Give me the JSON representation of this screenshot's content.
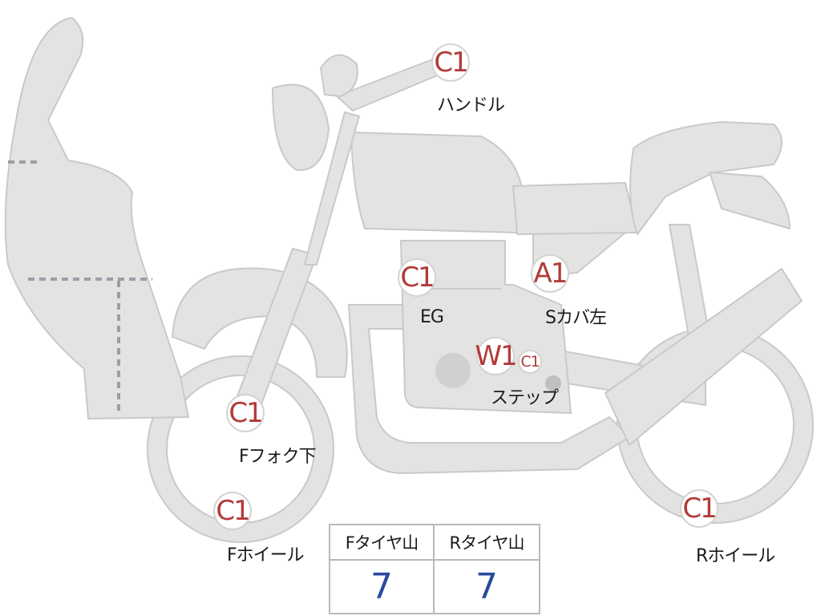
{
  "colors": {
    "body_fill": "#e3e3e1",
    "outline": "#c9c9c9",
    "badge_text": "#b33a3a",
    "value_text": "#2a4aa0"
  },
  "markers": [
    {
      "id": "handle",
      "code": "C1",
      "label": "ハンドル"
    },
    {
      "id": "eg",
      "code": "C1",
      "label": "EG"
    },
    {
      "id": "scover",
      "code": "A1",
      "label": "Sカバ左"
    },
    {
      "id": "step-w1",
      "code": "W1",
      "label": ""
    },
    {
      "id": "step-c1",
      "code": "C1",
      "label": "ステップ"
    },
    {
      "id": "ffork",
      "code": "C1",
      "label": "Fフォク下"
    },
    {
      "id": "fwheel",
      "code": "C1",
      "label": "Fホイール"
    },
    {
      "id": "rwheel",
      "code": "C1",
      "label": "Rホイール"
    }
  ],
  "tire_table": {
    "headers": [
      "Fタイヤ山",
      "Rタイヤ山"
    ],
    "values": [
      "7",
      "7"
    ]
  }
}
